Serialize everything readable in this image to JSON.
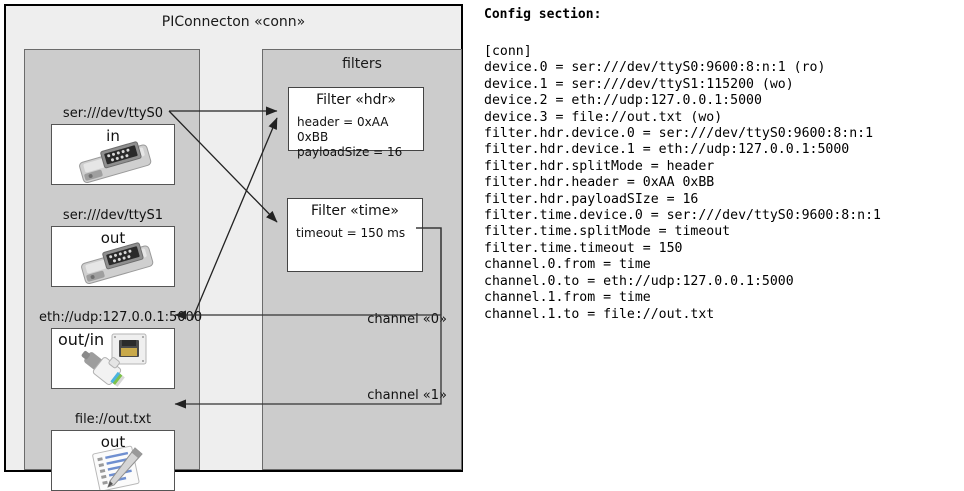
{
  "diagram": {
    "outer_title": "PIConnecton «conn»",
    "devices_panel": {
      "title": "",
      "devices": [
        {
          "caption": "ser:///dev/ttyS0",
          "label": "in",
          "icon": "serial-connector-icon"
        },
        {
          "caption": "ser:///dev/ttyS1",
          "label": "out",
          "icon": "serial-connector-icon"
        },
        {
          "caption": "eth://udp:127.0.0.1:5000",
          "label": "out/in",
          "icon": "ethernet-jack-icon"
        },
        {
          "caption": "file://out.txt",
          "label": "out",
          "icon": "text-file-icon"
        }
      ]
    },
    "filters_panel": {
      "title": "filters",
      "filters": [
        {
          "title": "Filter «hdr»",
          "props": [
            "header = 0xAA 0xBB",
            "payloadSize = 16"
          ]
        },
        {
          "title": "Filter «time»",
          "props": [
            "timeout = 150 ms"
          ]
        }
      ],
      "channels": [
        {
          "label": "channel «0»"
        },
        {
          "label": "channel «1»"
        }
      ]
    }
  },
  "config": {
    "heading": "Config section:",
    "lines": [
      "[conn]",
      "device.0 = ser:///dev/ttyS0:9600:8:n:1 (ro)",
      "device.1 = ser:///dev/ttyS1:115200 (wo)",
      "device.2 = eth://udp:127.0.0.1:5000",
      "device.3 = file://out.txt (wo)",
      "filter.hdr.device.0 = ser:///dev/ttyS0:9600:8:n:1",
      "filter.hdr.device.1 = eth://udp:127.0.0.1:5000",
      "filter.hdr.splitMode = header",
      "filter.hdr.header = 0xAA 0xBB",
      "filter.hdr.payloadSIze = 16",
      "filter.time.device.0 = ser:///dev/ttyS0:9600:8:n:1",
      "filter.time.splitMode = timeout",
      "filter.time.timeout = 150",
      "channel.0.from = time",
      "channel.0.to = eth://udp:127.0.0.1:5000",
      "channel.1.from = time",
      "channel.1.to = file://out.txt"
    ]
  },
  "colors": {
    "page_bg": "#ffffff",
    "outer_bg": "#eeeeee",
    "panel_bg": "#cccccc",
    "box_bg": "#ffffff",
    "line": "#333333",
    "text": "#111111"
  }
}
